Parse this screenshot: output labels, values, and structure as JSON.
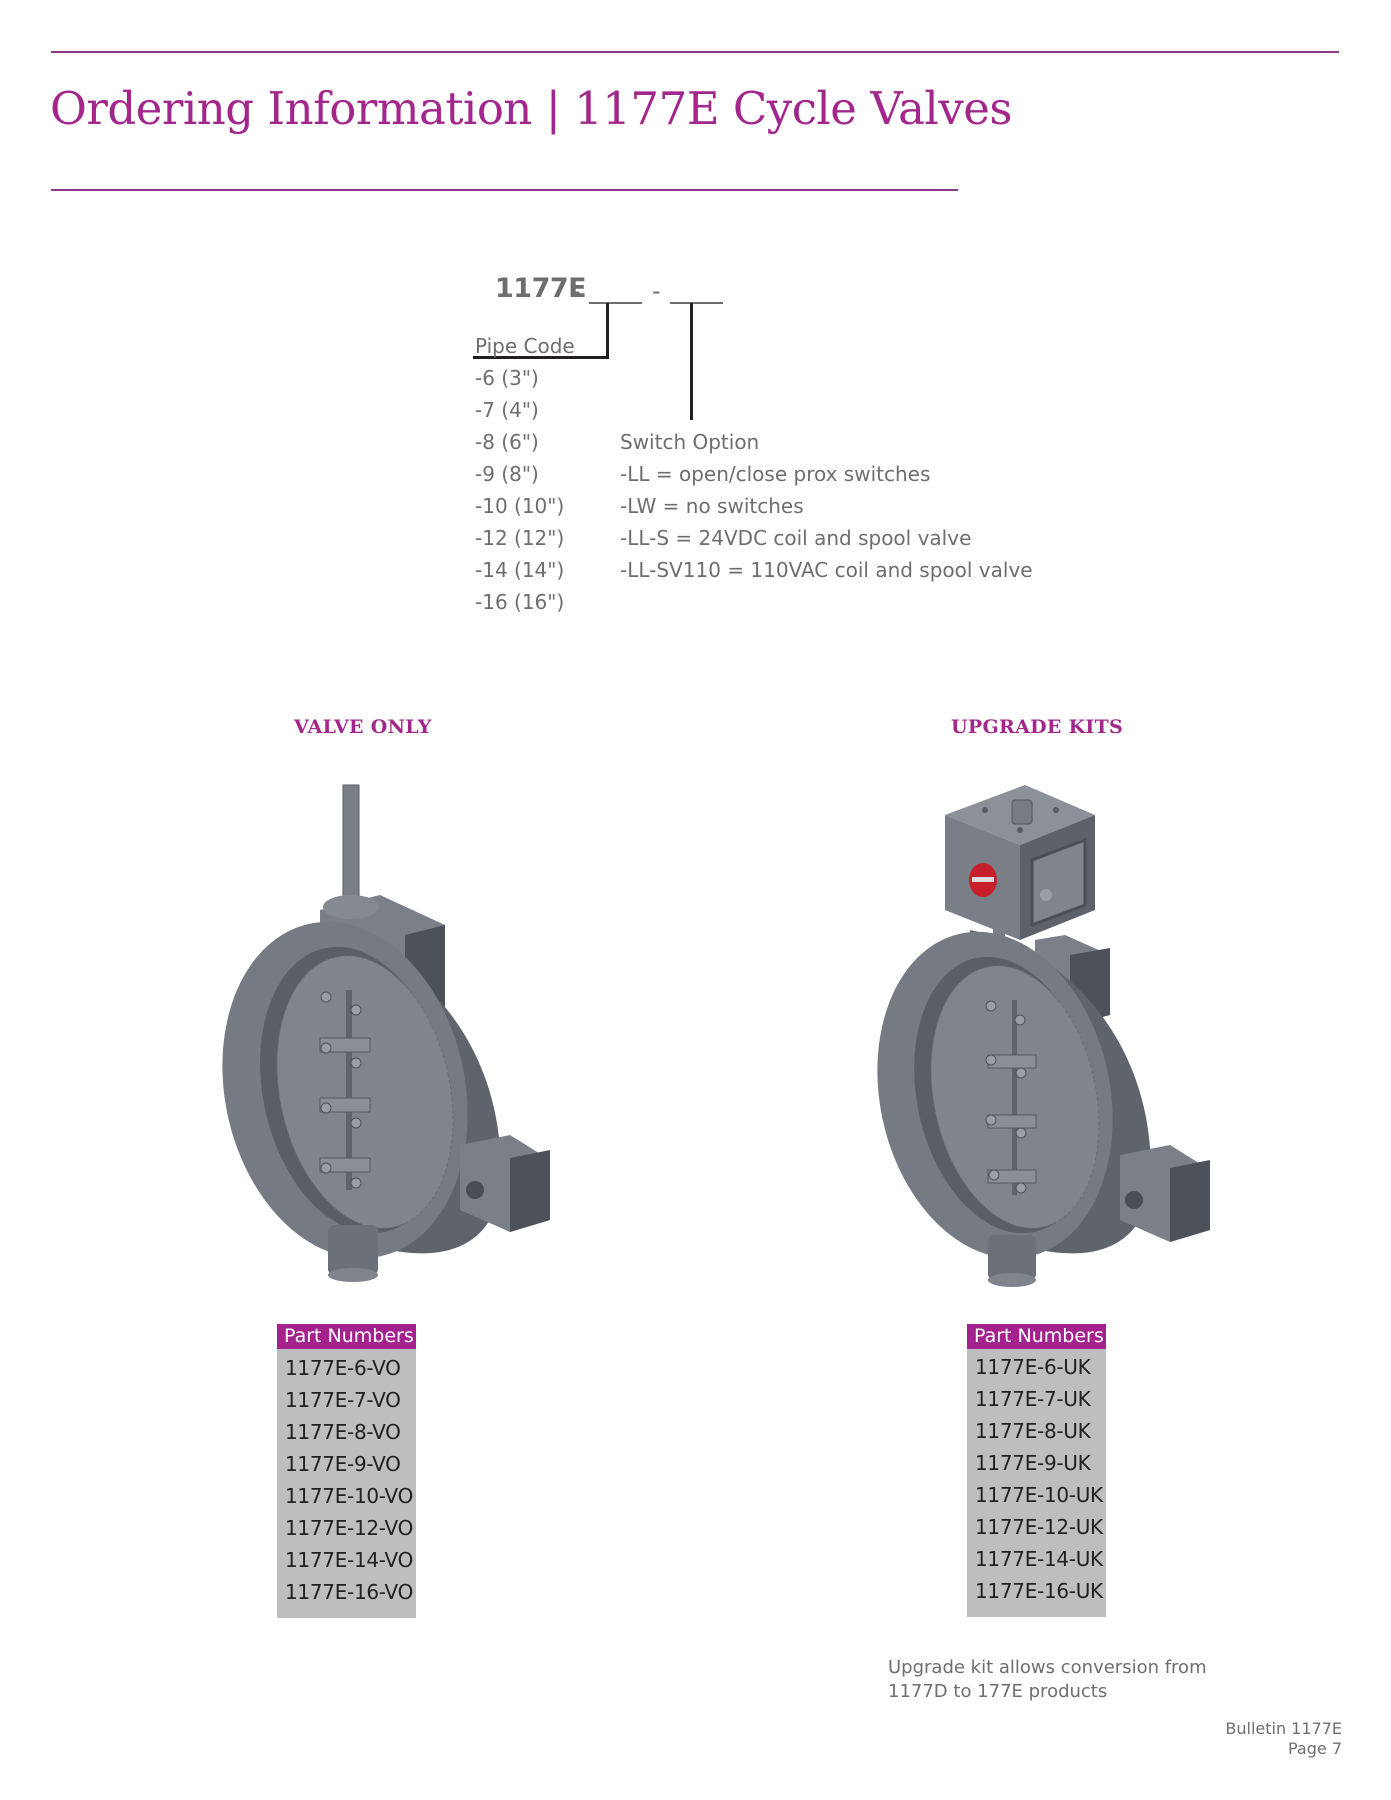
{
  "header": {
    "title": "Ordering Information | 1177E Cycle Valves"
  },
  "code_builder": {
    "prefix": "1177E",
    "separator_1": "-",
    "separator_2": "-",
    "pipe_code": {
      "label": "Pipe Code",
      "options": [
        "-6  (3\")",
        "-7  (4\")",
        "-8  (6\")",
        "-9  (8\")",
        "-10 (10\")",
        "-12 (12\")",
        "-14 (14\")",
        "-16 (16\")"
      ]
    },
    "switch_option": {
      "label": "Switch Option",
      "options": [
        "-LL  = open/close prox switches",
        "-LW = no switches",
        "-LL-S = 24VDC coil and spool valve",
        "-LL-SV110 = 110VAC coil and spool valve"
      ]
    }
  },
  "sections": [
    {
      "heading": "VALVE ONLY",
      "image": "valve-only-render",
      "parts_header": "Part Numbers",
      "parts": [
        "1177E-6-VO",
        "1177E-7-VO",
        "1177E-8-VO",
        "1177E-9-VO",
        "1177E-10-VO",
        "1177E-12-VO",
        "1177E-14-VO",
        "1177E-16-VO"
      ]
    },
    {
      "heading": "UPGRADE KITS",
      "image": "upgrade-kit-render",
      "parts_header": "Part Numbers",
      "parts": [
        "1177E-6-UK",
        "1177E-7-UK",
        "1177E-8-UK",
        "1177E-9-UK",
        "1177E-10-UK",
        "1177E-12-UK",
        "1177E-14-UK",
        "1177E-16-UK"
      ],
      "note_lines": [
        "Upgrade kit allows conversion from",
        "1177D to 177E products"
      ]
    }
  ],
  "footer": {
    "bulletin": "Bulletin 1177E",
    "page": "Page 7"
  },
  "colors": {
    "brand_magenta": "#a3268c",
    "rule": "#8b3b84",
    "table_gray": "#bcbec0",
    "text_gray": "#6d6e71"
  }
}
